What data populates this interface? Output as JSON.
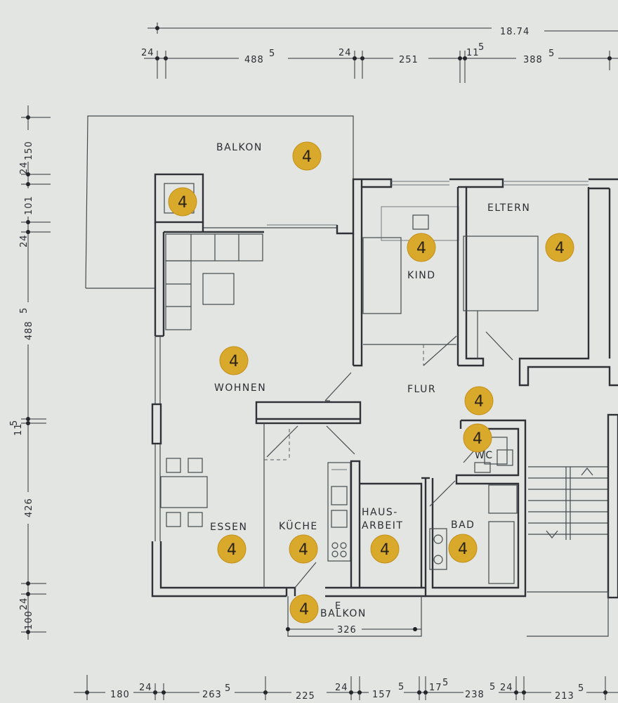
{
  "rooms": {
    "balkon_top": "BALKON",
    "eltern": "ELTERN",
    "kind": "KIND",
    "wohnen": "WOHNEN",
    "flur": "FLUR",
    "wc": "WC",
    "essen": "ESSEN",
    "kueche": "KÜCHE",
    "haus_line1": "HAUS-",
    "haus_line2": "ARBEIT",
    "bad": "BAD",
    "balkon_bottom": "BALKON",
    "e_mark": "E"
  },
  "room_badge": "4",
  "dimensions": {
    "top_total": "18.74",
    "top": [
      "24",
      "488",
      "5",
      "24",
      "251",
      "11",
      "5",
      "388",
      "5"
    ],
    "left": [
      "150",
      "24",
      "101",
      "24",
      "488",
      "5",
      "11",
      "5",
      "426",
      "24",
      "100"
    ],
    "bottom": [
      "180",
      "24",
      "263",
      "5",
      "225",
      "24",
      "157",
      "5",
      "17",
      "5",
      "238",
      "5",
      "24",
      "213",
      "5"
    ],
    "balcony_width": "326"
  }
}
